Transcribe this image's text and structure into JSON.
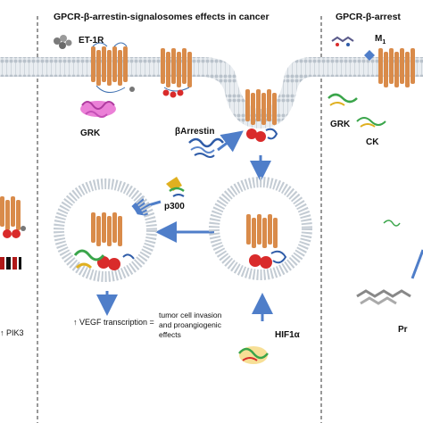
{
  "panels": {
    "center_title": "GPCR-β-arrestin-signalosomes effects in cancer",
    "right_title": "GPCR-β-arrest"
  },
  "labels": {
    "receptor": "ET-1R",
    "grk_center": "GRK",
    "barrestin": "βArrestin",
    "p300": "p300",
    "hif": "HIF1α",
    "vegf": "↑ VEGF transcription =",
    "outcome_1": "tumor cell invasion",
    "outcome_2": "and proangiogenic",
    "outcome_3": "effects",
    "right_receptor": "M",
    "right_receptor_sub": "1",
    "grk_right": "GRK",
    "ck_right": "CK",
    "pr_partial": "Pr",
    "left_partial": "↑ PIK3"
  },
  "colors": {
    "receptor": "#d98b4a",
    "membrane": "#aeb7c1",
    "arrow": "#4f7ec9",
    "arrestin": "#d92b2b"
  }
}
